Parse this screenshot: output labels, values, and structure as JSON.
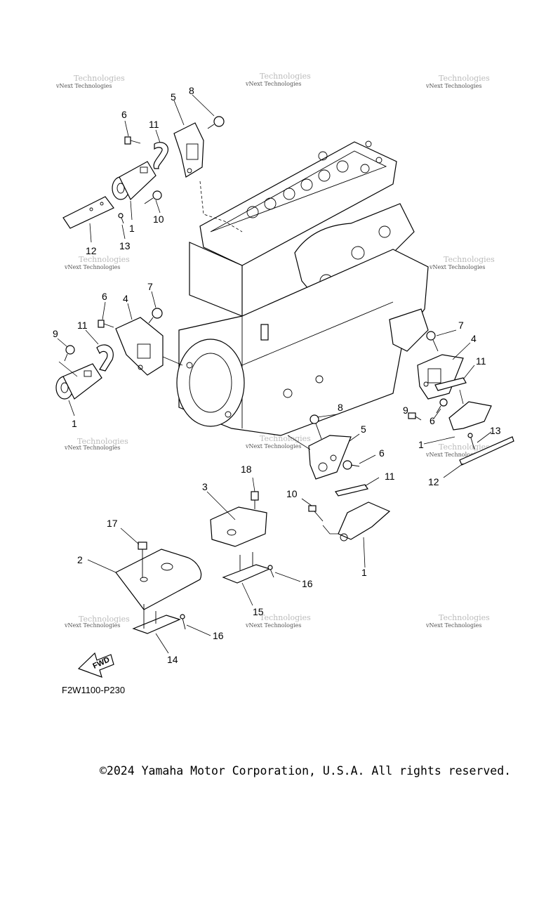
{
  "watermark": {
    "line1": "vNext Technologies",
    "line2": "Technologies"
  },
  "fwd_label": "FWD",
  "diagram_code": "F2W1100-P230",
  "copyright": "©2024 Yamaha Motor Corporation, U.S.A. All rights reserved.",
  "callouts": {
    "c1": "1",
    "c2": "2",
    "c3": "3",
    "c4": "4",
    "c5": "5",
    "c6": "6",
    "c7": "7",
    "c8": "8",
    "c9": "9",
    "c10": "10",
    "c11": "11",
    "c12": "12",
    "c13": "13",
    "c14": "14",
    "c15": "15",
    "c16": "16",
    "c17": "17",
    "c18": "18"
  }
}
